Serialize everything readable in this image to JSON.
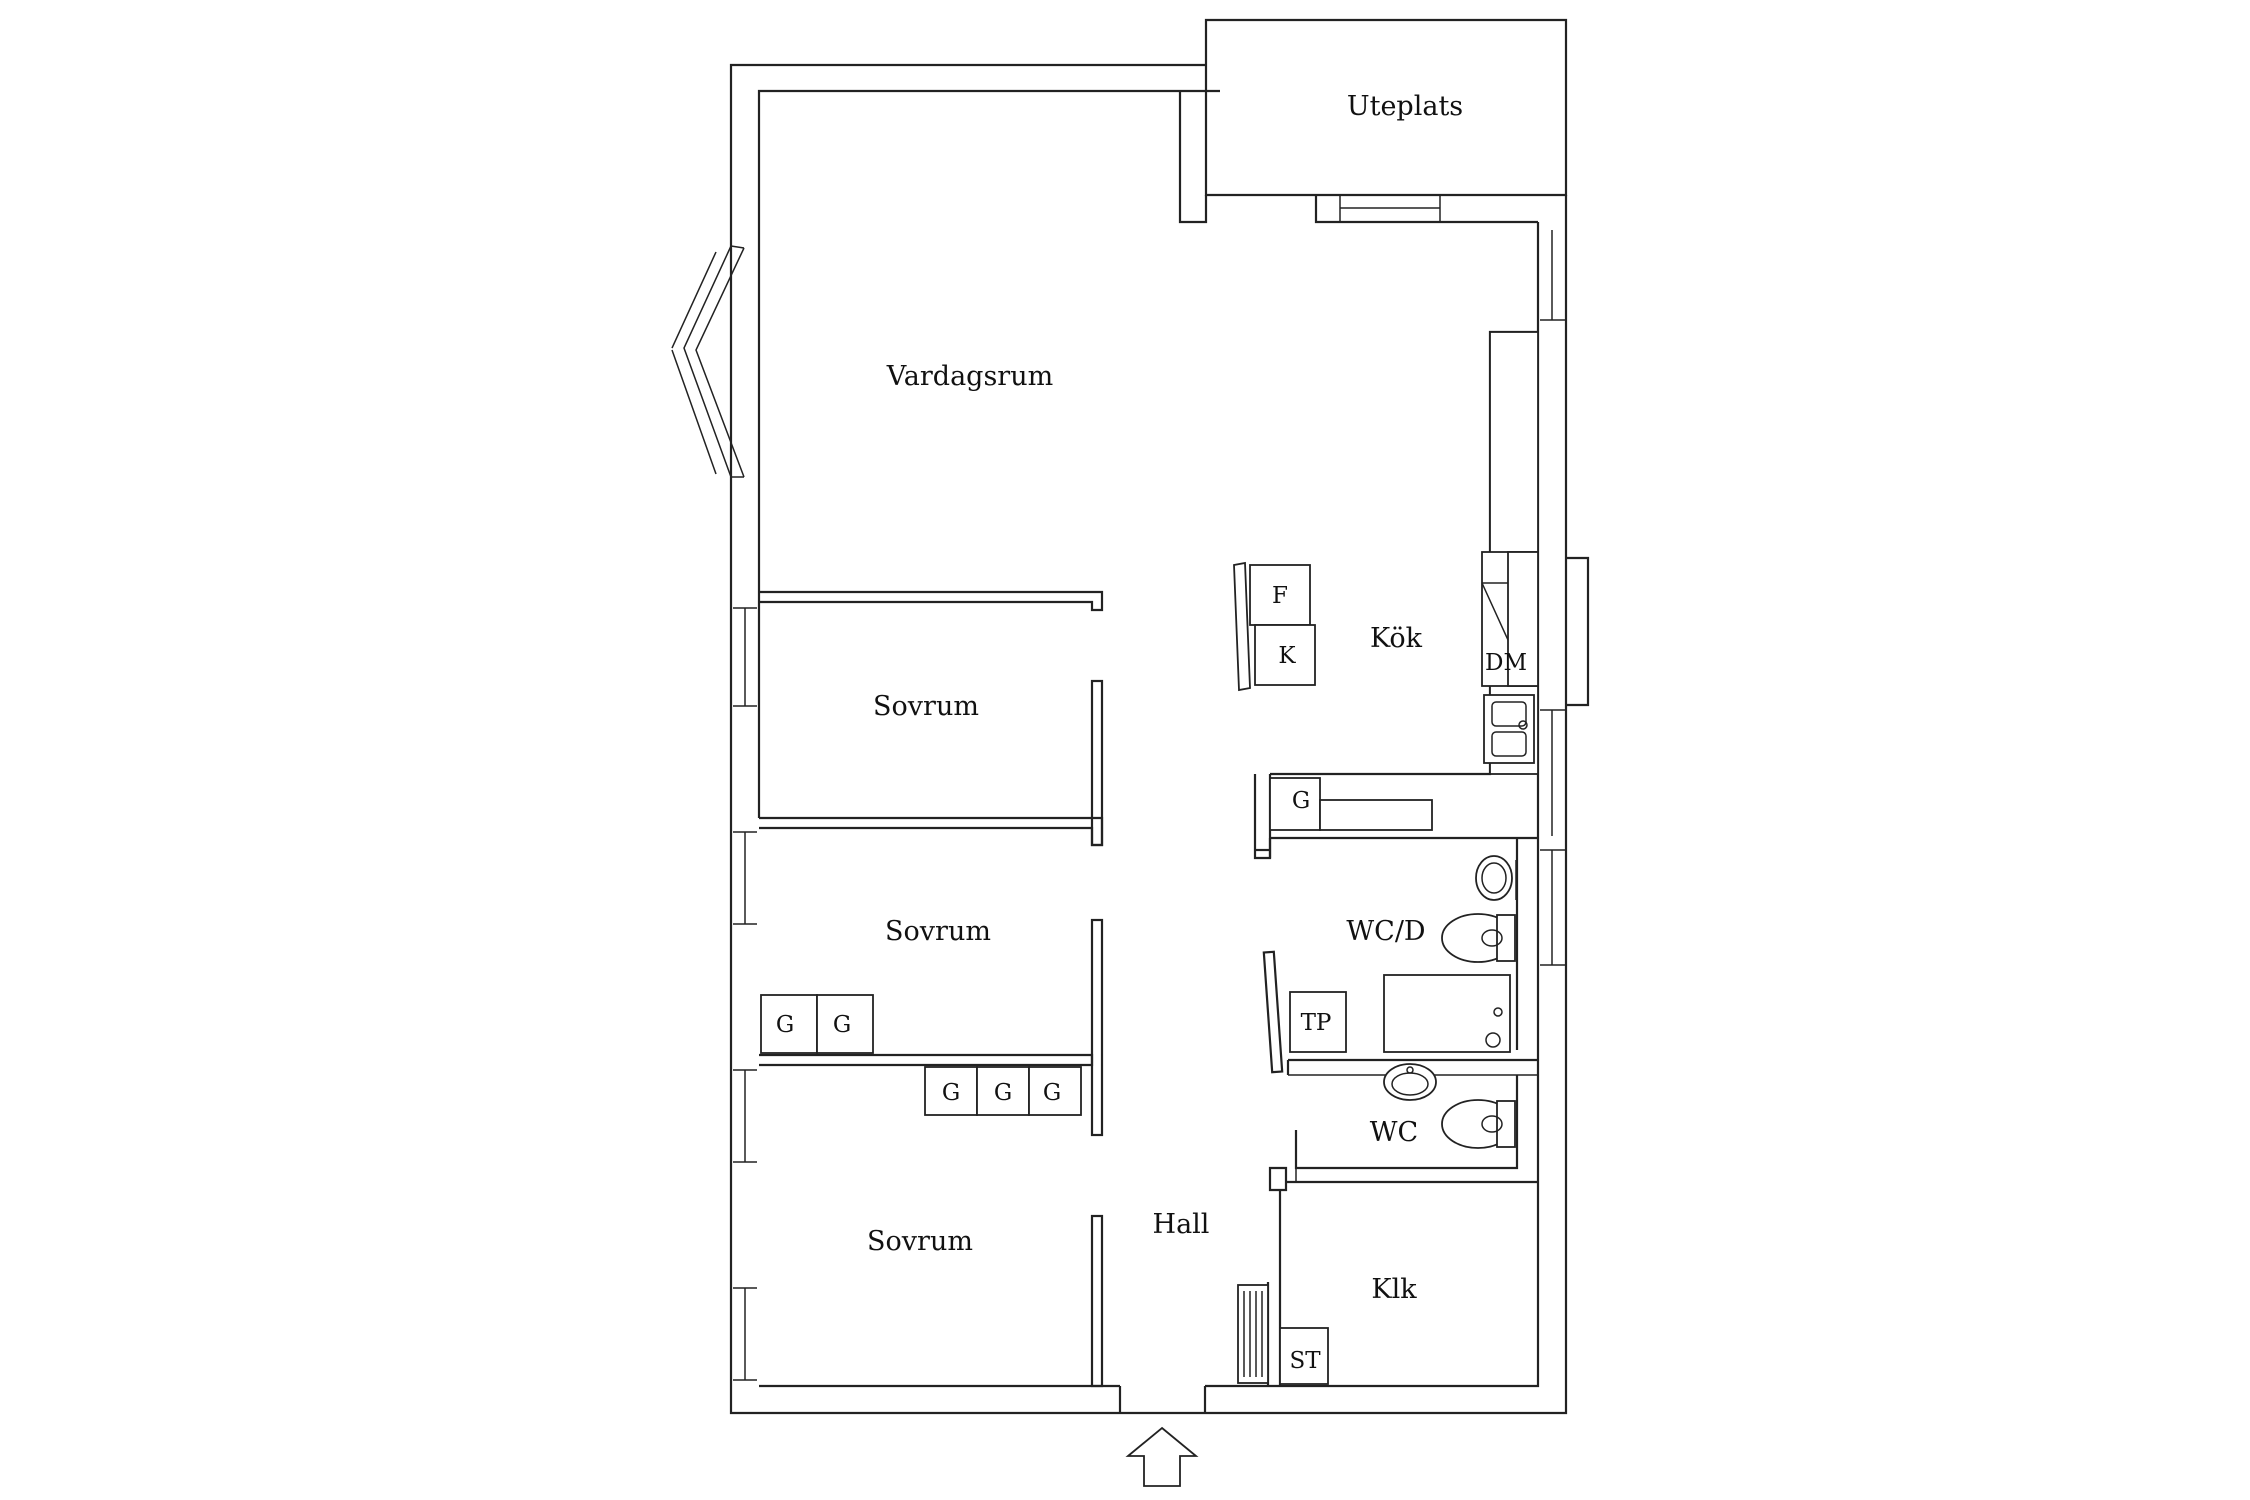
{
  "rooms": {
    "uteplats": "Uteplats",
    "vardagsrum": "Vardagsrum",
    "kok": "Kök",
    "sovrum_1": "Sovrum",
    "sovrum_2": "Sovrum",
    "sovrum_3": "Sovrum",
    "wc_d": "WC/D",
    "wc": "WC",
    "hall": "Hall",
    "klk": "Klk"
  },
  "fixtures": {
    "freezer": "F",
    "fridge": "K",
    "dishwasher": "DM",
    "wardrobe_kitchen": "G",
    "wardrobes_bedroom_2": [
      "G",
      "G"
    ],
    "wardrobes_bedroom_3": [
      "G",
      "G",
      "G"
    ],
    "washer_dryer": "TP",
    "closet_klk": "ST"
  },
  "icons": {
    "entrance": "arrow-up-icon",
    "sink": "sink-icon",
    "toilet": "toilet-icon",
    "washbasin": "washbasin-icon",
    "radiator": "radiator-icon"
  }
}
